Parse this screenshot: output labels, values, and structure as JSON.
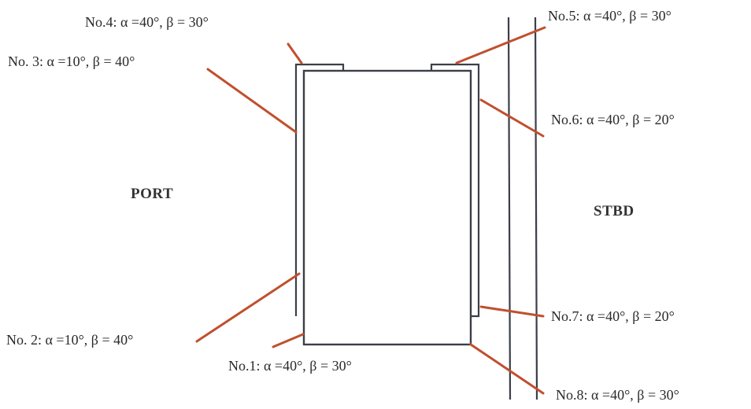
{
  "colors": {
    "leader": "#c0502e",
    "outline": "#3c3f4a",
    "text": "#2a2a2a",
    "background": "#ffffff"
  },
  "sides": {
    "port": "PORT",
    "stbd": "STBD"
  },
  "anchors": [
    {
      "id": "no1",
      "label": "No.1: α =40°, β = 30°"
    },
    {
      "id": "no2",
      "label": "No. 2: α =10°, β = 40°"
    },
    {
      "id": "no3",
      "label": "No. 3: α =10°, β = 40°"
    },
    {
      "id": "no4",
      "label": "No.4: α =40°, β = 30°"
    },
    {
      "id": "no5",
      "label": "No.5: α =40°, β = 30°"
    },
    {
      "id": "no6",
      "label": "No.6: α =40°, β = 20°"
    },
    {
      "id": "no7",
      "label": "No.7: α =40°, β = 20°"
    },
    {
      "id": "no8",
      "label": "No.8: α =40°, β = 30°"
    }
  ]
}
